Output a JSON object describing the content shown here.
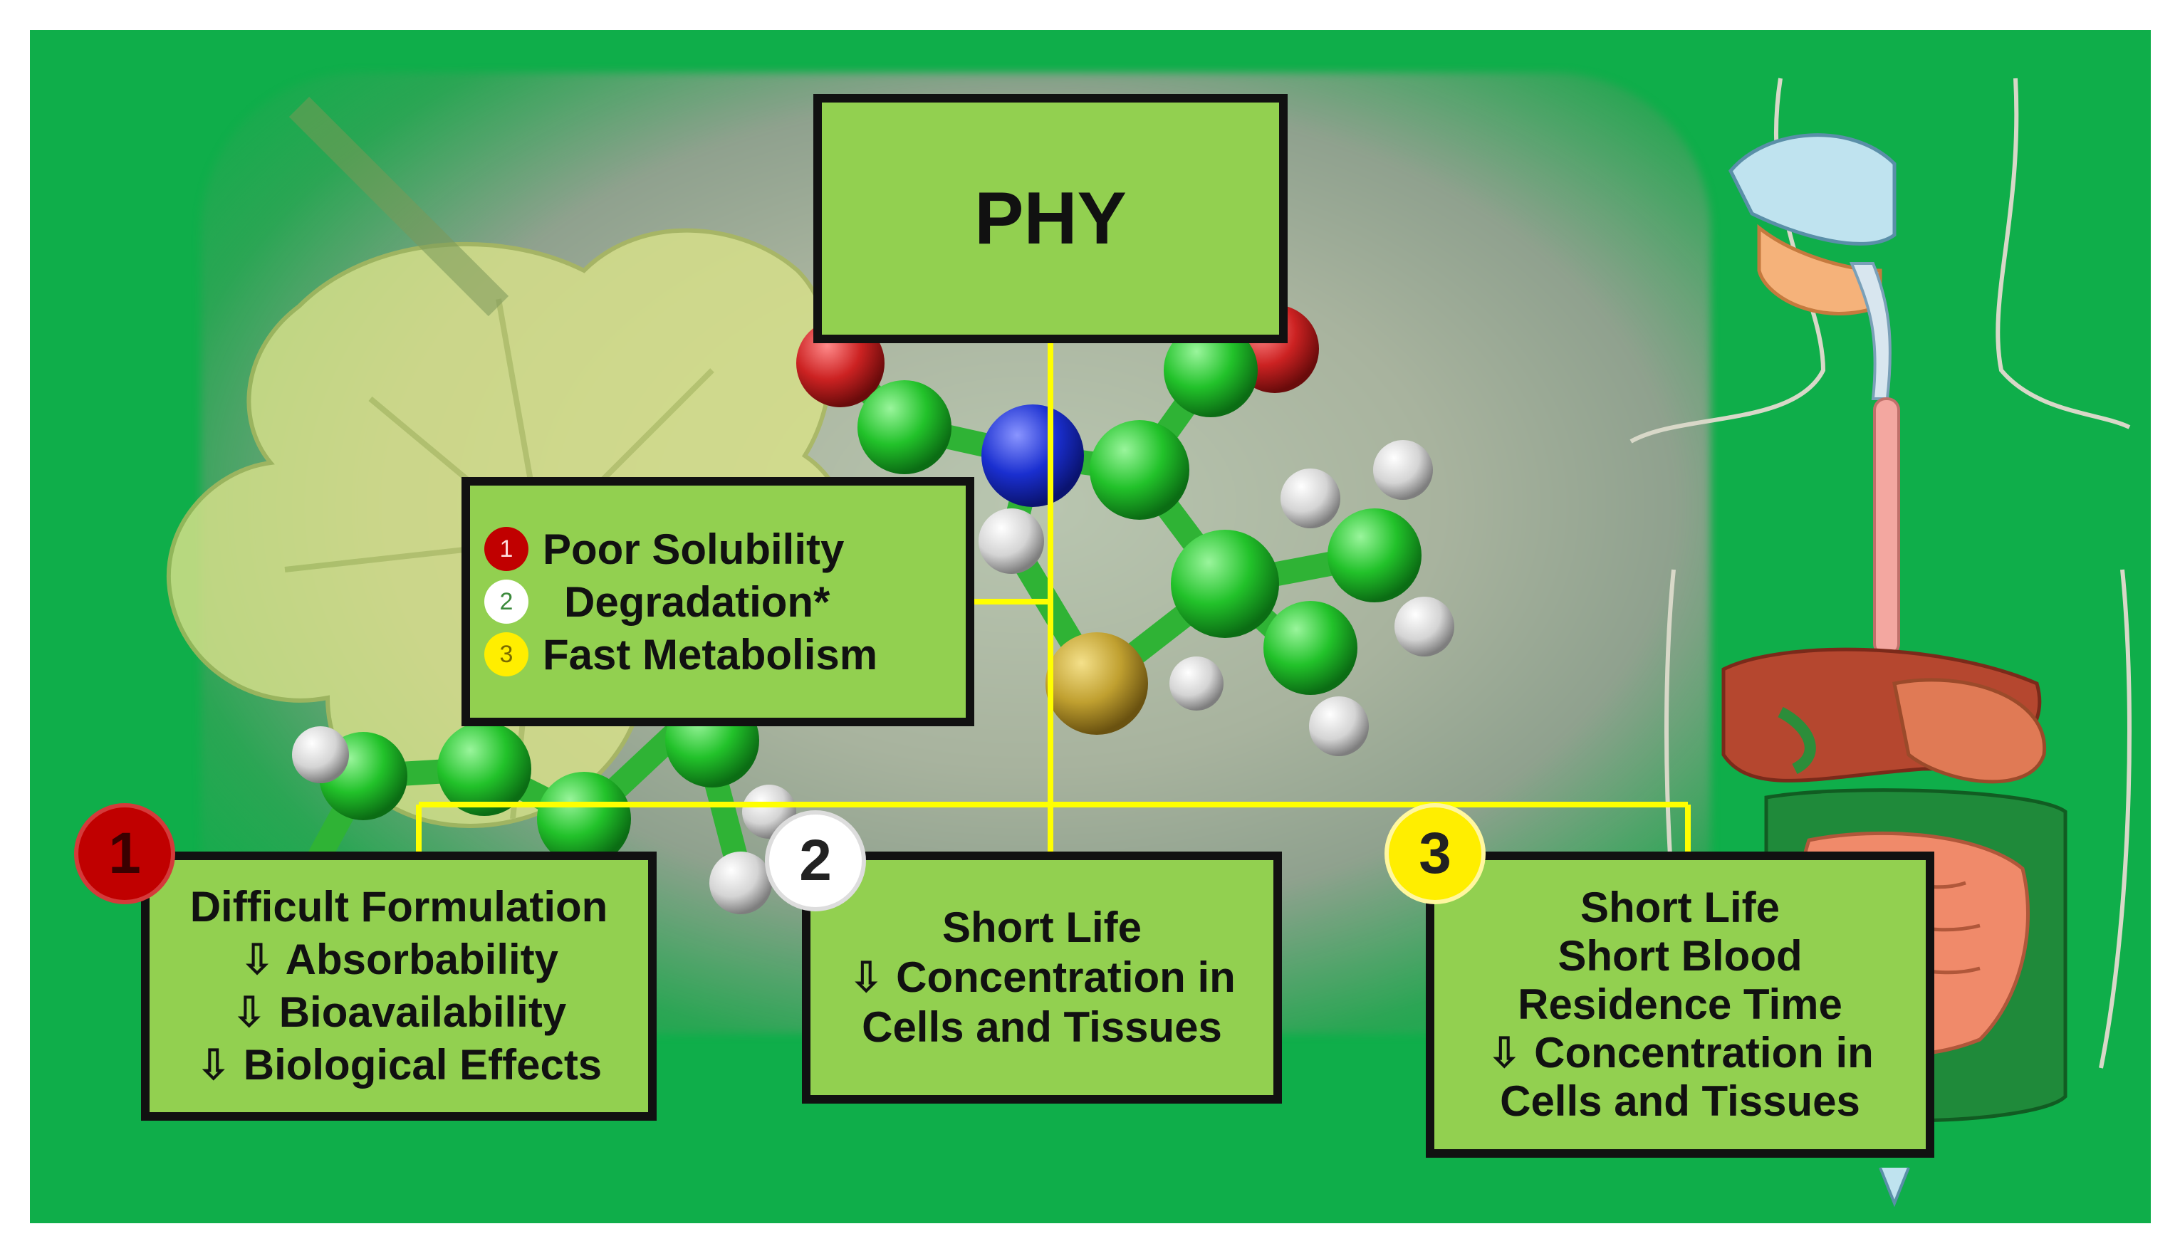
{
  "title": "PHY",
  "problems": [
    {
      "number": "1",
      "text": "Poor Solubility",
      "color": "#c00000"
    },
    {
      "number": "2",
      "text": "Degradation*",
      "color": "#ffffff"
    },
    {
      "number": "3",
      "text": "Fast Metabolism",
      "color": "#ffee00"
    }
  ],
  "effects": [
    {
      "number": "1",
      "lines": [
        "Difficult Formulation",
        "⇩ Absorbability",
        "⇩ Bioavailability",
        "⇩ Biological Effects"
      ]
    },
    {
      "number": "2",
      "lines": [
        "Short Life",
        "⇩ Concentration in",
        "Cells and Tissues"
      ]
    },
    {
      "number": "3",
      "lines": [
        "Short Life",
        "Short Blood",
        "Residence Time",
        "⇩ Concentration in",
        "Cells and Tissues"
      ]
    }
  ],
  "colors": {
    "background": "#0fae4a",
    "box_fill": "#92d050",
    "connector": "#ffff00",
    "carbon": "#22c22a",
    "oxygen": "#cc2222",
    "nitrogen": "#1a2fd0",
    "sulfur": "#c0a030",
    "hydrogen": "#e6e6e6"
  },
  "icons": {
    "background_image": "grape-leaf-photo",
    "molecule": "molecule-model",
    "anatomy": "digestive-system-illustration"
  }
}
